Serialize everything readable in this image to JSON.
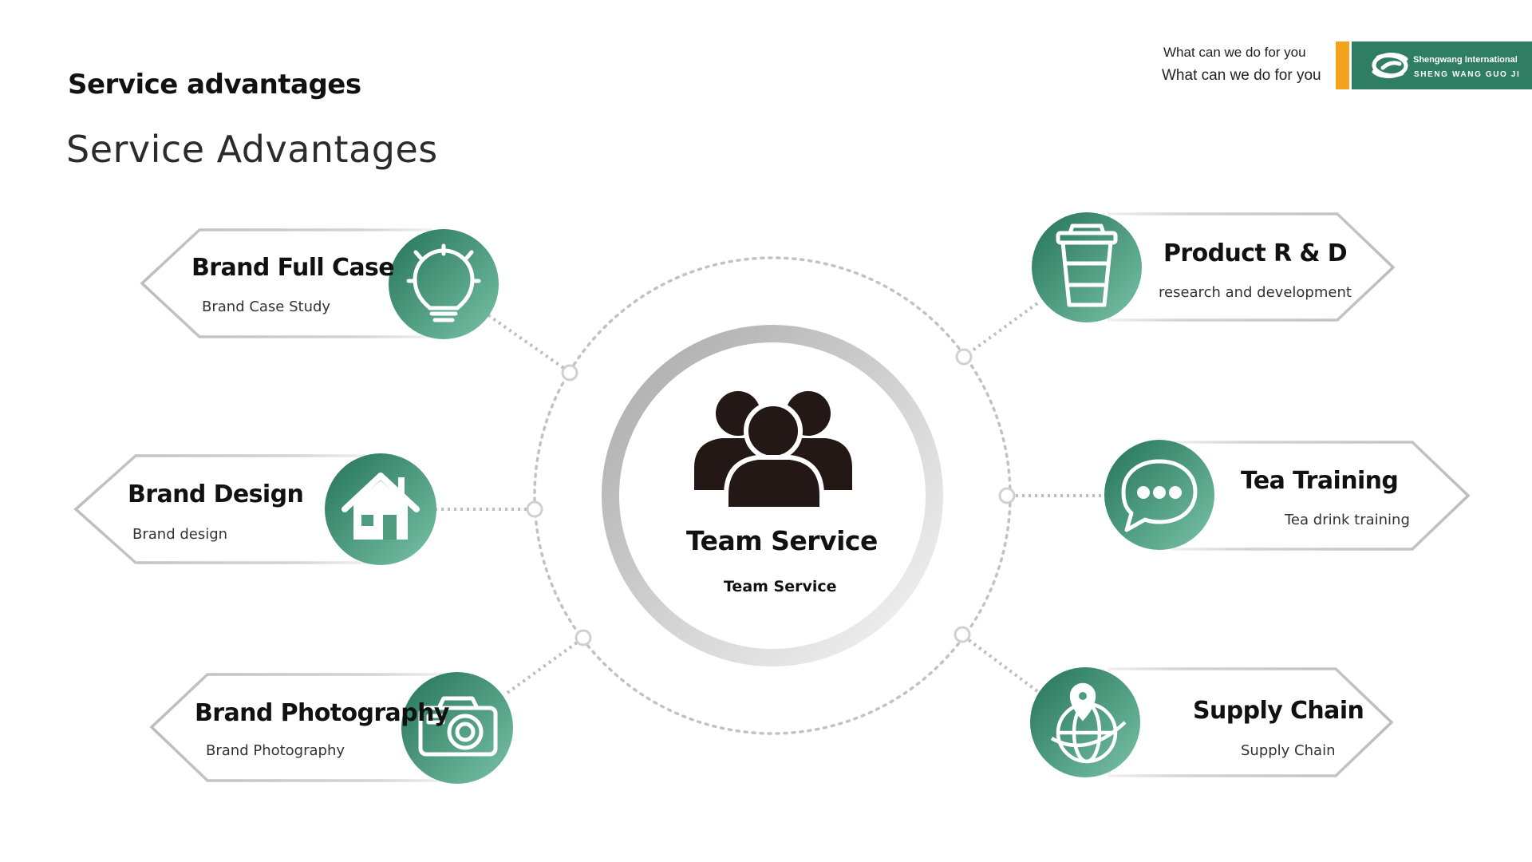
{
  "header": {
    "title": "Service advantages",
    "subtitle": "Service Advantages",
    "tagline_small": "What can we do for you",
    "tagline": "What can we do for you"
  },
  "logo": {
    "name": "Shengwang International",
    "tag": "SHENG  WANG  GUO JI",
    "icon": "swirl-logo-icon",
    "colors": {
      "green": "#2f7d62",
      "orange": "#f2a51c"
    }
  },
  "center": {
    "title": "Team Service",
    "subtitle": "Team Service",
    "icon": "team-icon"
  },
  "services": [
    {
      "title": "Brand Full Case",
      "subtitle": "Brand Case Study",
      "icon": "lightbulb-icon"
    },
    {
      "title": "Brand Design",
      "subtitle": "Brand design",
      "icon": "house-icon"
    },
    {
      "title": "Brand Photography",
      "subtitle": "Brand Photography",
      "icon": "camera-icon"
    },
    {
      "title": "Product R & D",
      "subtitle": "research and development",
      "icon": "cup-icon"
    },
    {
      "title": "Tea Training",
      "subtitle": "Tea drink training",
      "icon": "chat-icon"
    },
    {
      "title": "Supply Chain",
      "subtitle": "Supply Chain",
      "icon": "globe-pin-icon"
    }
  ],
  "colors": {
    "accent_dark": "#2f7d62",
    "accent_light": "#6bb59a",
    "outline": "#c9c9c9"
  }
}
